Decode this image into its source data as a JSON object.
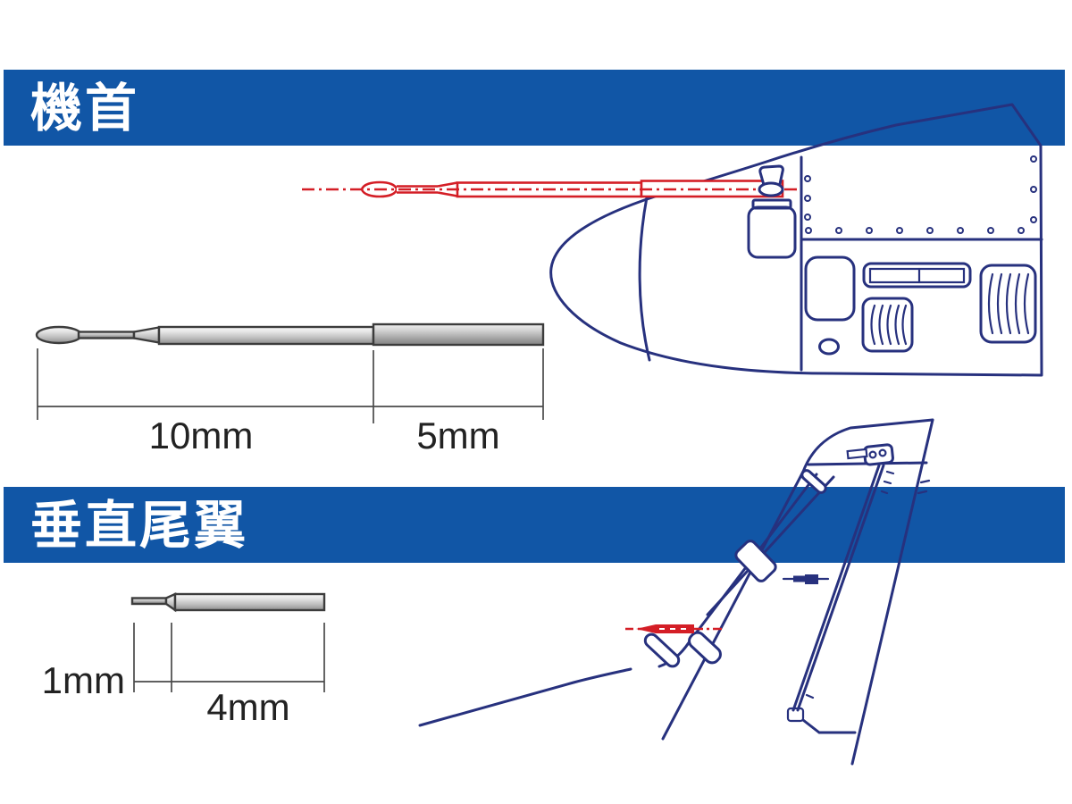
{
  "page": {
    "background": "#ffffff"
  },
  "colors": {
    "banner_blue": "#1156a6",
    "drawing_navy": "#27317e",
    "accent_red": "#d41e26",
    "metal_outline": "#3c3c3c",
    "dimension_text": "#222222"
  },
  "sections": [
    {
      "id": "nose",
      "title": "機首",
      "dimensions": {
        "front_length": "10mm",
        "rear_length": "5mm"
      }
    },
    {
      "id": "tail",
      "title": "垂直尾翼",
      "dimensions": {
        "tip_length": "1mm",
        "body_length": "4mm"
      }
    }
  ]
}
